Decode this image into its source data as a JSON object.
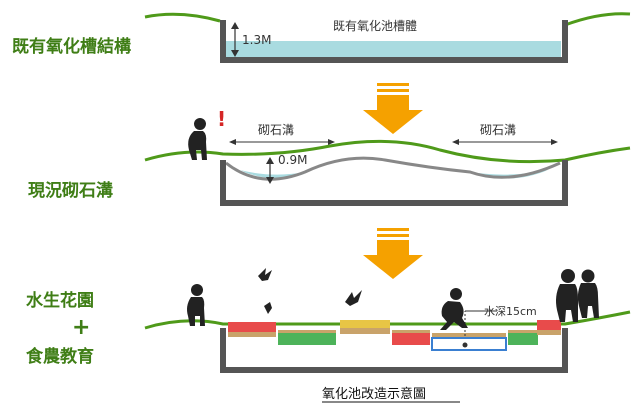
{
  "stages": [
    {
      "label": "既有氧化槽結構"
    },
    {
      "label": "現況砌石溝"
    },
    {
      "label_line1": "水生花園",
      "plus": "+",
      "label_line2": "食農教育"
    }
  ],
  "annotations": {
    "tank_title": "既有氧化池槽體",
    "tank_depth": "1.3M",
    "ditch_left": "砌石溝",
    "ditch_right": "砌石溝",
    "ditch_depth": "0.9M",
    "water_depth": "水深15cm",
    "alert": "!"
  },
  "caption": "氧化池改造示意圖",
  "colors": {
    "grass": "#4f9a1a",
    "stage_label": "#3f7e16",
    "structure": "#555555",
    "water": "#a9dbe0",
    "arrow": "#f5a100",
    "pond_red": "#e84b4b",
    "pond_green": "#4db35a",
    "pond_yellow": "#e8c545",
    "pond_tan": "#c9a36a",
    "pond_blue": "#3a7fd1",
    "silhouette": "#222222"
  }
}
